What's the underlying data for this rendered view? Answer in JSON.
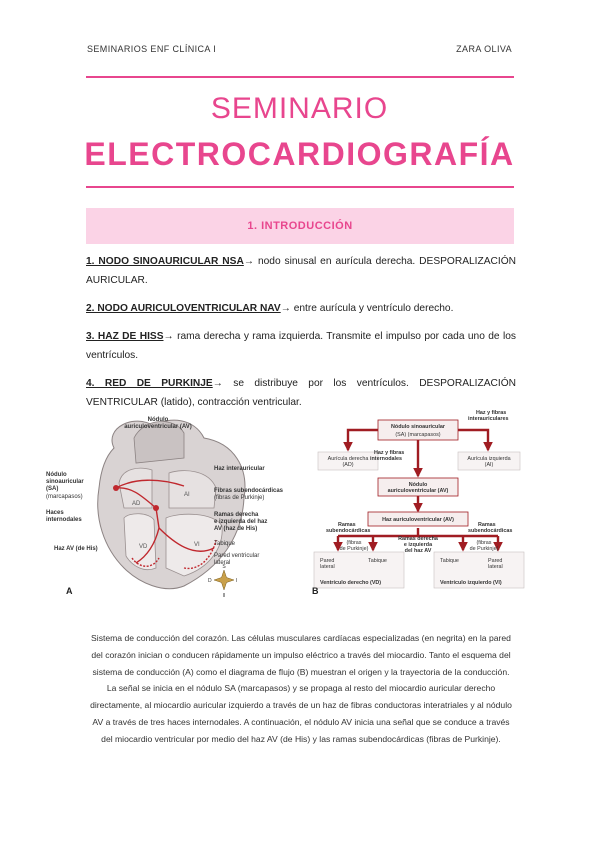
{
  "header": {
    "left": "SEMINARIOS ENF CLÍNICA I",
    "right": "ZARA OLIVA"
  },
  "title": {
    "line1": "SEMINARIO",
    "line2": "ELECTROCARDIOGRAFÍA"
  },
  "section": {
    "heading": "1. INTRODUCCIÓN"
  },
  "items": [
    {
      "term": "1. NODO SINOAURICULAR NSA",
      "text": "→ nodo sinusal en aurícula derecha. DESPORALIZACIÓN AURICULAR."
    },
    {
      "term": "2. NODO AURICULOVENTRICULAR NAV",
      "text": "→ entre aurícula y ventrículo derecho."
    },
    {
      "term": "3. HAZ DE HISS",
      "text": "→ rama derecha y rama izquierda. Transmite el impulso por cada uno de los ventrículos."
    },
    {
      "term": "4. RED DE PURKINJE",
      "text": "→ se distribuye por los ventrículos. DESPORALIZACIÓN VENTRICULAR (latido), contracción ventricular."
    }
  ],
  "figureA": {
    "panel_letter": "A",
    "labels": {
      "av_node": "Nódulo auriculoventricular (AV)",
      "sa_node": "Nódulo sinoauricular (SA)",
      "sa_sub": "(marcapasos)",
      "internodal": "Haces internodales",
      "haz_av": "Haz AV (de His)",
      "interauricular": "Haz interauricular",
      "subendo": "Fibras subendocárdicas",
      "subendo_sub": "(fibras de Purkinje)",
      "ramas": "Ramas derecha e izquierda del haz AV (haz de His)",
      "tabique": "Tabique",
      "pared": "Pared ventricular lateral",
      "ad": "AD",
      "ai": "AI",
      "vd": "VD",
      "vi": "VI",
      "compass": [
        "S",
        "D",
        "I",
        "II"
      ]
    }
  },
  "figureB": {
    "panel_letter": "B",
    "labels": {
      "sa": "Nódulo sinoauricular",
      "sa_sub": "(SA) (marcapasos)",
      "fibras_inter": "Haz y fibras interauriculares",
      "ad": "Aurícula derecha (AD)",
      "ai": "Aurícula izquierda (AI)",
      "internodales": "Haz y fibras internodales",
      "av": "Nódulo auriculoventricular (AV)",
      "haz_av": "Haz auriculoventricular (AV)",
      "ramas_sub_l": "Ramas subendocárdicas",
      "ramas_sub_r": "Ramas subendocárdicas",
      "ramas_der_izq": "Ramas derecha e izquierda del haz AV",
      "fibras_purk_l": "(fibras de Purkinje)",
      "fibras_purk_r": "(fibras de Purkinje)",
      "pared_l": "Pared lateral",
      "tabique_l": "Tabique",
      "tabique_r": "Tabique",
      "pared_r": "Pared lateral",
      "vd": "Ventrículo derecho (VD)",
      "vi": "Ventrículo izquierdo (VI)"
    }
  },
  "caption": "Sistema de conducción del corazón. Las células musculares cardíacas especializadas (en negrita) en la pared del corazón inician o conducen rápidamente un impulso eléctrico a través del miocardio. Tanto el esquema del sistema de conducción (A) como el diagrama de flujo (B) muestran el origen y la trayectoria de la conducción. La señal se inicia en el nódulo SA (marcapasos) y se propaga al resto del miocardio auricular derecho directamente, al miocardio auricular izquierdo a través de un haz de fibras conductoras interatriales y al nódulo AV a través de tres haces internodales. A continuación, el nódulo AV inicia una señal que se conduce a través del miocardio ventricular por medio del haz AV (de His) y las ramas subendocárdicas (fibras de Purkinje).",
  "colors": {
    "accent": "#e8468e",
    "band": "#fbd3e6",
    "arrow": "#a01c22"
  }
}
